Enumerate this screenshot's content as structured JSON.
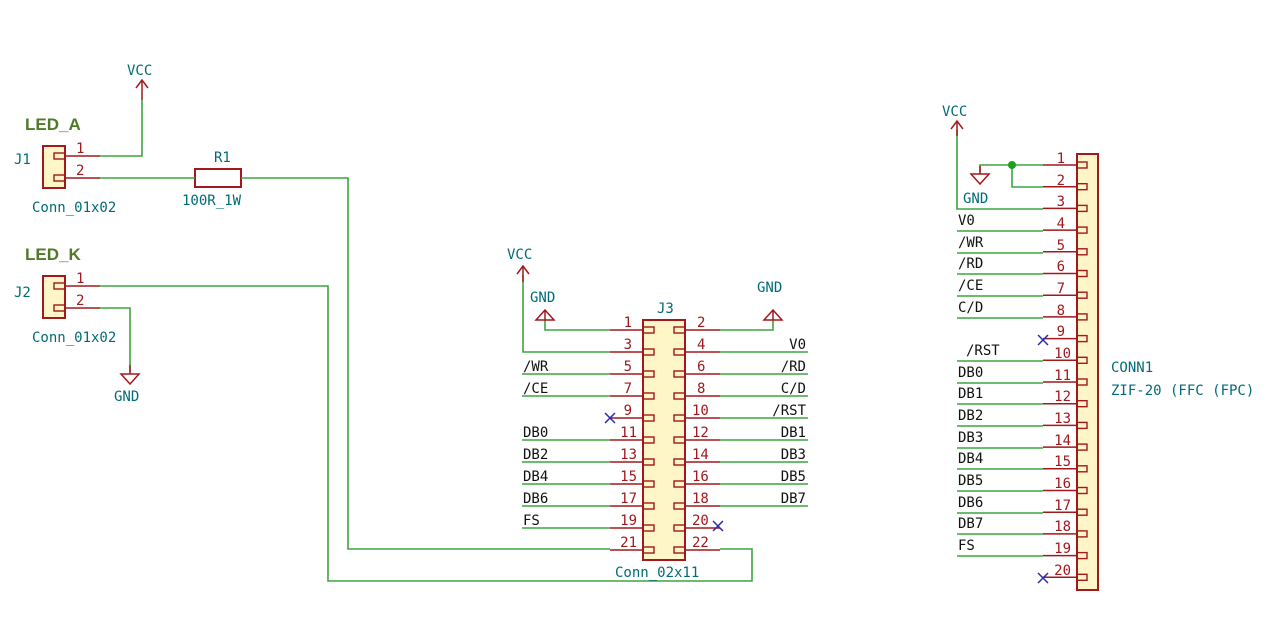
{
  "headers": {
    "led_a": "LED_A",
    "led_k": "LED_K"
  },
  "power": {
    "vcc": "VCC",
    "gnd": "GND"
  },
  "j1": {
    "ref": "J1",
    "value": "Conn_01x02",
    "pins": [
      "1",
      "2"
    ]
  },
  "j2": {
    "ref": "J2",
    "value": "Conn_01x02",
    "pins": [
      "1",
      "2"
    ]
  },
  "r1": {
    "ref": "R1",
    "value": "100R_1W"
  },
  "j3": {
    "ref": "J3",
    "value": "Conn_02x11",
    "left": [
      {
        "pin": "1",
        "net": ""
      },
      {
        "pin": "3",
        "net": ""
      },
      {
        "pin": "5",
        "net": "/WR"
      },
      {
        "pin": "7",
        "net": "/CE"
      },
      {
        "pin": "9",
        "net": ""
      },
      {
        "pin": "11",
        "net": "DB0"
      },
      {
        "pin": "13",
        "net": "DB2"
      },
      {
        "pin": "15",
        "net": "DB4"
      },
      {
        "pin": "17",
        "net": "DB6"
      },
      {
        "pin": "19",
        "net": "FS"
      },
      {
        "pin": "21",
        "net": ""
      }
    ],
    "right": [
      {
        "pin": "2",
        "net": ""
      },
      {
        "pin": "4",
        "net": "V0"
      },
      {
        "pin": "6",
        "net": "/RD"
      },
      {
        "pin": "8",
        "net": "C/D"
      },
      {
        "pin": "10",
        "net": "/RST"
      },
      {
        "pin": "12",
        "net": "DB1"
      },
      {
        "pin": "14",
        "net": "DB3"
      },
      {
        "pin": "16",
        "net": "DB5"
      },
      {
        "pin": "18",
        "net": "DB7"
      },
      {
        "pin": "20",
        "net": ""
      },
      {
        "pin": "22",
        "net": ""
      }
    ]
  },
  "conn1": {
    "ref": "CONN1",
    "value": "ZIF-20 (FFC (FPC)",
    "pins": [
      {
        "pin": "1",
        "net": ""
      },
      {
        "pin": "2",
        "net": ""
      },
      {
        "pin": "3",
        "net": ""
      },
      {
        "pin": "4",
        "net": "V0"
      },
      {
        "pin": "5",
        "net": "/WR"
      },
      {
        "pin": "6",
        "net": "/RD"
      },
      {
        "pin": "7",
        "net": "/CE"
      },
      {
        "pin": "8",
        "net": "C/D"
      },
      {
        "pin": "9",
        "net": ""
      },
      {
        "pin": "10",
        "net": "/RST"
      },
      {
        "pin": "11",
        "net": "DB0"
      },
      {
        "pin": "12",
        "net": "DB1"
      },
      {
        "pin": "13",
        "net": "DB2"
      },
      {
        "pin": "14",
        "net": "DB3"
      },
      {
        "pin": "15",
        "net": "DB4"
      },
      {
        "pin": "16",
        "net": "DB5"
      },
      {
        "pin": "17",
        "net": "DB6"
      },
      {
        "pin": "18",
        "net": "DB7"
      },
      {
        "pin": "19",
        "net": "FS"
      },
      {
        "pin": "20",
        "net": ""
      }
    ]
  }
}
